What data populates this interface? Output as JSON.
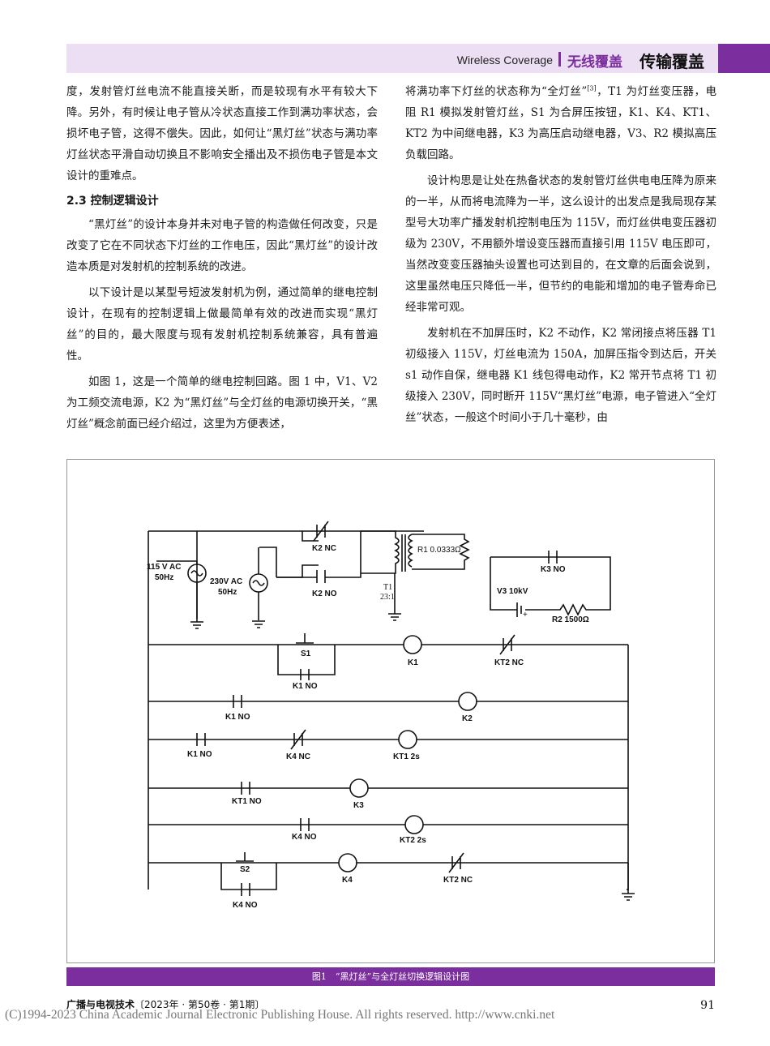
{
  "header": {
    "english": "Wireless Coverage",
    "section_zh": "无线覆盖",
    "category_zh": "传输覆盖"
  },
  "left_column": {
    "p1": "度，发射管灯丝电流不能直接关断，而是较现有水平有较大下降。另外，有时候让电子管从冷状态直接工作到满功率状态，会损坏电子管，这得不偿失。因此，如何让“黑灯丝”状态与满功率灯丝状态平滑自动切换且不影响安全播出及不损伤电子管是本文设计的重难点。",
    "heading": "2.3 控制逻辑设计",
    "p2": "“黑灯丝”的设计本身并未对电子管的构造做任何改变，只是改变了它在不同状态下灯丝的工作电压，因此“黑灯丝”的设计改造本质是对发射机的控制系统的改进。",
    "p3": "以下设计是以某型号短波发射机为例，通过简单的继电控制设计，在现有的控制逻辑上做最简单有效的改进而实现“黑灯丝”的目的，最大限度与现有发射机控制系统兼容，具有普遍性。",
    "p4": "如图 1，这是一个简单的继电控制回路。图 1 中，V1、V2 为工频交流电源，K2 为“黑灯丝”与全灯丝的电源切换开关，“黑灯丝”概念前面已经介绍过，这里为方便表述，"
  },
  "right_column": {
    "p1a": "将满功率下灯丝的状态称为“全灯丝”",
    "p1_ref": "[3]",
    "p1b": "，T1 为灯丝变压器，电阻 R1 模拟发射管灯丝，S1 为合屏压按钮，K1、K4、KT1、KT2 为中间继电器，K3 为高压启动继电器，V3、R2 模拟高压负载回路。",
    "p2": "设计构思是让处在热备状态的发射管灯丝供电电压降为原来的一半，从而将电流降为一半，这么设计的出发点是我局现存某型号大功率广播发射机控制电压为 115V，而灯丝供电变压器初级为 230V，不用额外增设变压器而直接引用 115V 电压即可，当然改变变压器抽头设置也可达到目的，在文章的后面会说到，这里虽然电压只降低一半，但节约的电能和增加的电子管寿命已经非常可观。",
    "p3": "发射机在不加屏压时，K2 不动作，K2 常闭接点将压器 T1 初级接入 115V，灯丝电流为 150A，加屏压指令到达后，开关 s1 动作自保，继电器 K1 线包得电动作，K2 常开节点将 T1 初级接入 230V，同时断开 115V“黑灯丝”电源，电子管进入“全灯丝”状态，一般这个时间小于几十毫秒，由"
  },
  "figure": {
    "caption": "图1　“黑灯丝”与全灯丝切换逻辑设计图",
    "labels": {
      "v1_a": "115 V AC",
      "v1_b": "50Hz",
      "v2_a": "230V AC",
      "v2_b": "50Hz",
      "k2nc": "K2 NC",
      "k2no": "K2 NO",
      "r1": "R1 0.0333Ω",
      "t1_a": "T1",
      "t1_b": "23:1",
      "k3no": "K3 NO",
      "v3": "V3 10kV",
      "r2": "R2 1500Ω",
      "s1": "S1",
      "k1": "K1",
      "kt2nc_1": "KT2 NC",
      "k1no_1": "K1 NO",
      "k1no_2": "K1 NO",
      "k2": "K2",
      "k1no_3": "K1 NO",
      "k4nc": "K4 NC",
      "kt1": "KT1 2s",
      "kt1no": "KT1 NO",
      "k3": "K3",
      "k4no_1": "K4 NO",
      "kt2": "KT2 2s",
      "s2": "S2",
      "k4": "K4",
      "kt2nc_2": "KT2 NC",
      "k4no_2": "K4 NO",
      "plus": "+"
    }
  },
  "footer": {
    "journal": "广播与电视技术",
    "issue": "〔2023年 · 第50卷 · 第1期〕",
    "page": "91",
    "watermark": "(C)1994-2023 China Academic Journal Electronic Publishing House. All rights reserved.    http://www.cnki.net"
  }
}
